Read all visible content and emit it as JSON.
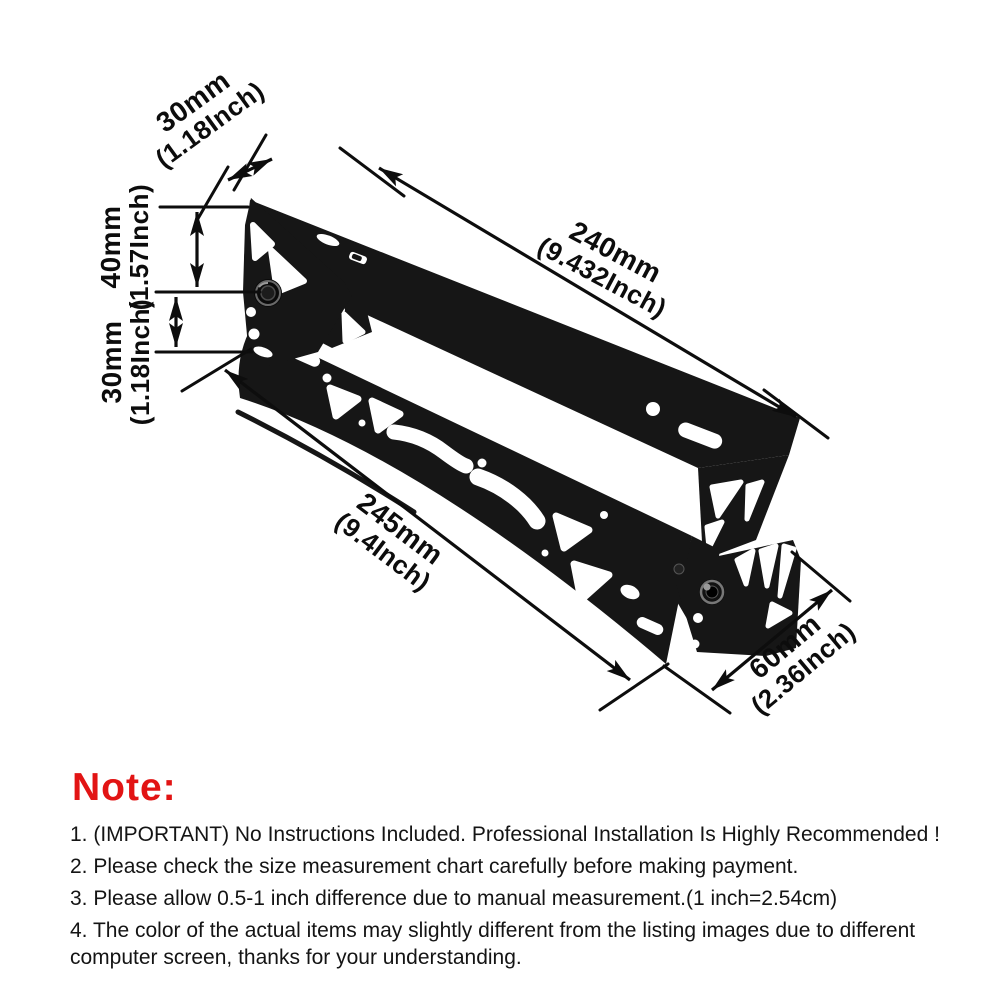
{
  "dimensions": {
    "top_depth": {
      "mm": "30mm",
      "inch": "(1.18Inch)"
    },
    "arm_height": {
      "mm": "40mm",
      "inch": "(1.57Inch)"
    },
    "lower_height": {
      "mm": "30mm",
      "inch": "(1.18Inch)"
    },
    "bar_length": {
      "mm": "240mm",
      "inch": "(9.432Inch)"
    },
    "rail_length": {
      "mm": "245mm",
      "inch": "(9.4Inch)"
    },
    "side_depth": {
      "mm": "60mm",
      "inch": "(2.36Inch)"
    }
  },
  "notes": {
    "heading": "Note:",
    "items": [
      "1. (IMPORTANT) No Instructions Included. Professional Installation Is Highly Recommended !",
      "2. Please check the size measurement chart carefully before making payment.",
      "3. Please allow 0.5-1 inch difference due to manual measurement.(1 inch=2.54cm)",
      "4. The color of the actual items may slightly different from the listing images due to different computer screen, thanks for your understanding."
    ]
  },
  "colors": {
    "note_heading_red": "#e21414",
    "ink": "#0d0d0d",
    "bracket_black": "#161616",
    "background": "#ffffff"
  }
}
